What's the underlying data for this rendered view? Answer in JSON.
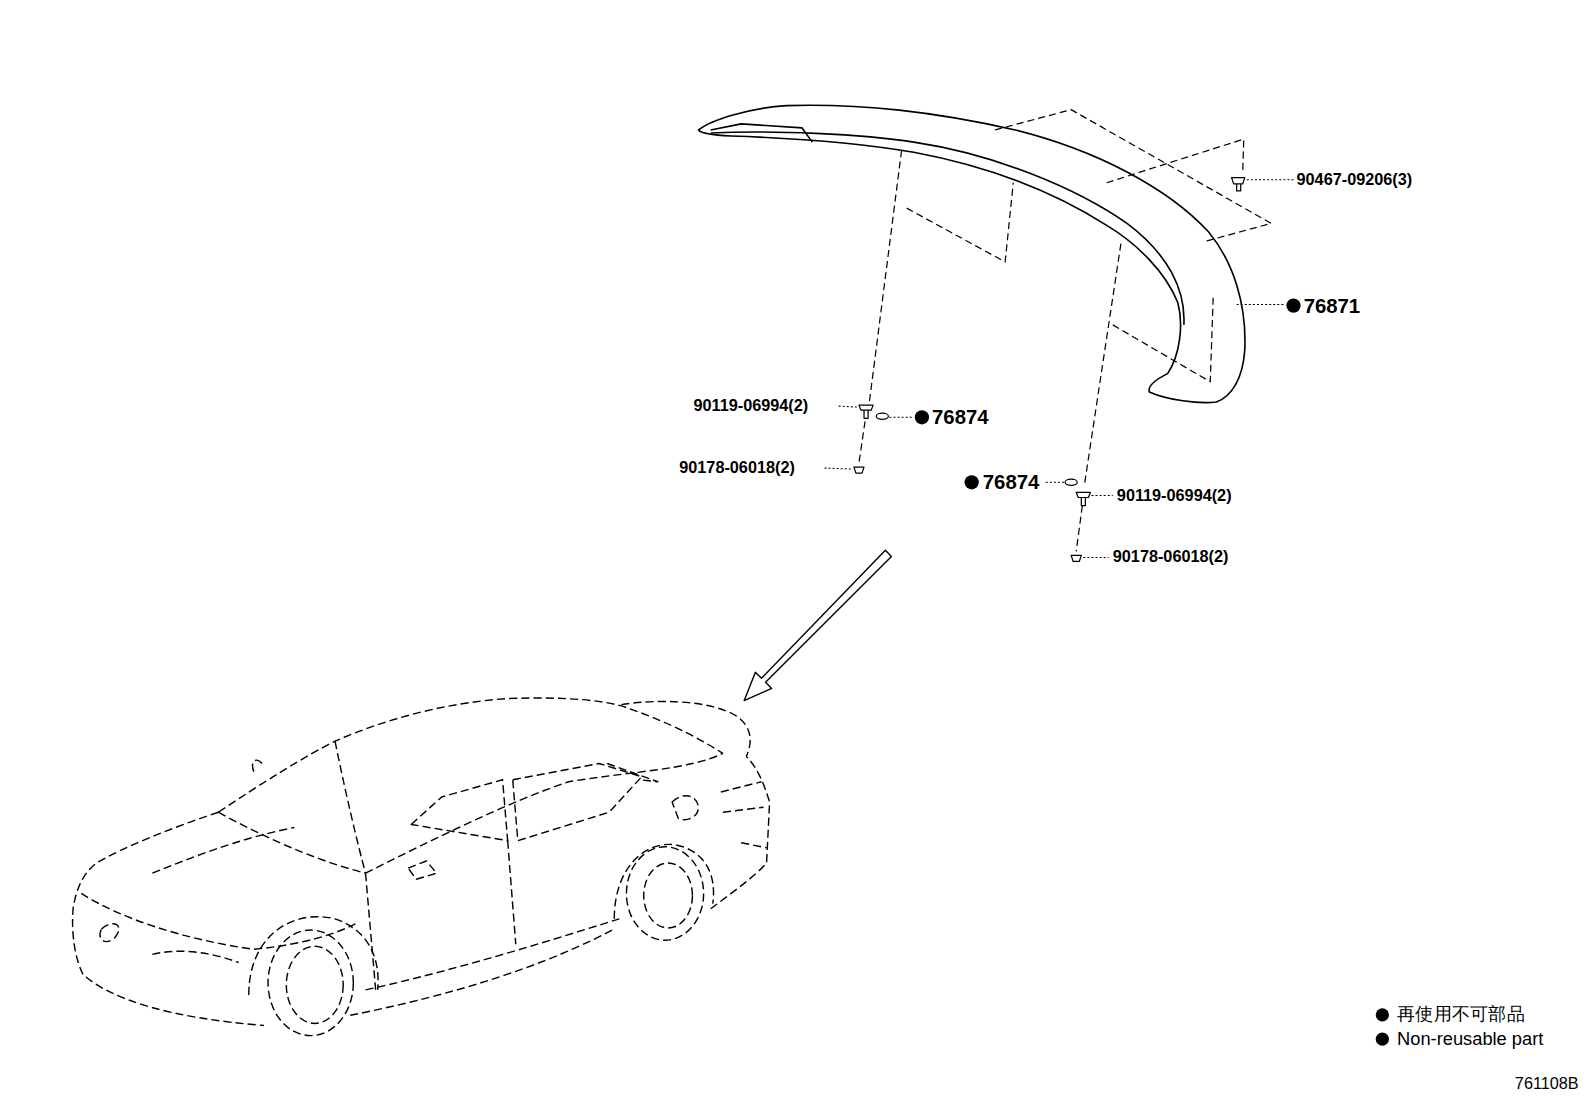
{
  "diagram": {
    "labels": [
      "90467-09206(3)",
      "76871",
      "90119-06994(2)",
      "76874",
      "90178-06018(2)",
      "76874",
      "90119-06994(2)",
      "90178-06018(2)",
      "761108B"
    ],
    "legend": [
      {
        "text": "再使用不可部品",
        "color": "#000000"
      },
      {
        "text": "Non-reusable part",
        "color": "#000000"
      }
    ]
  }
}
